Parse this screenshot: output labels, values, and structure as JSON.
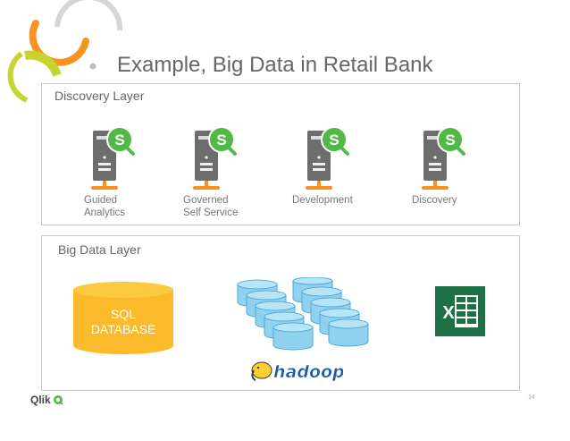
{
  "slide": {
    "title": "Example, Big Data in Retail Bank",
    "page_number": "14",
    "colors": {
      "orange": "#f7931e",
      "green": "#52b848",
      "server_gray": "#6d6d6d",
      "sql_yellow": "#fbb92c",
      "hadoop_blue": "#8fd1ef",
      "excel_green": "#1e7145"
    }
  },
  "discovery_layer": {
    "title": "Discovery Layer",
    "servers": [
      {
        "label_line1": "Guided",
        "label_line2": "Analytics",
        "icon": "qlik-sense-server-icon"
      },
      {
        "label_line1": "Governed",
        "label_line2": "Self Service",
        "icon": "qlik-sense-server-icon"
      },
      {
        "label_line1": "Development",
        "label_line2": "",
        "icon": "qlik-sense-server-icon"
      },
      {
        "label_line1": "Discovery",
        "label_line2": "",
        "icon": "qlik-sense-server-icon"
      }
    ]
  },
  "big_data_layer": {
    "title": "Big Data Layer",
    "sql_database": {
      "line1": "SQL",
      "line2": "DATABASE"
    },
    "hadoop_logo_text": "hadoop",
    "excel_icon": "excel-icon"
  },
  "footer": {
    "logo_text": "Qlik"
  }
}
